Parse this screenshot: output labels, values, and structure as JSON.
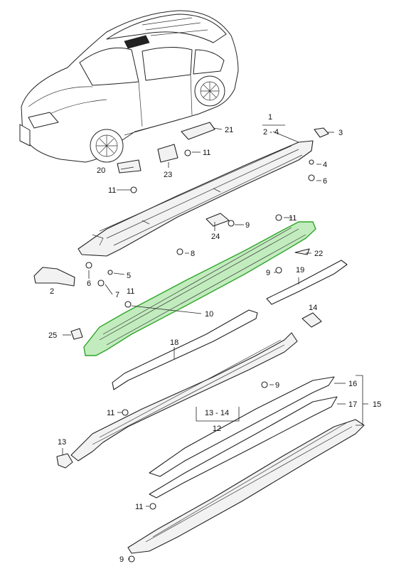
{
  "diagram": {
    "highlight_color": "#2fa52a",
    "callouts": [
      {
        "id": "c1",
        "text": "1"
      },
      {
        "id": "c2",
        "text": "2"
      },
      {
        "id": "c2-4",
        "text": "2 - 4"
      },
      {
        "id": "c3",
        "text": "3"
      },
      {
        "id": "c4",
        "text": "4"
      },
      {
        "id": "c5",
        "text": "5"
      },
      {
        "id": "c6a",
        "text": "6"
      },
      {
        "id": "c6b",
        "text": "6"
      },
      {
        "id": "c7",
        "text": "7"
      },
      {
        "id": "c8",
        "text": "8"
      },
      {
        "id": "c9a",
        "text": "9"
      },
      {
        "id": "c9b",
        "text": "9"
      },
      {
        "id": "c9c",
        "text": "9"
      },
      {
        "id": "c9d",
        "text": "9"
      },
      {
        "id": "c10",
        "text": "10"
      },
      {
        "id": "c11a",
        "text": "11"
      },
      {
        "id": "c11b",
        "text": "11"
      },
      {
        "id": "c11c",
        "text": "11"
      },
      {
        "id": "c11d",
        "text": "11"
      },
      {
        "id": "c11e",
        "text": "11"
      },
      {
        "id": "c11f",
        "text": "11"
      },
      {
        "id": "c12",
        "text": "12"
      },
      {
        "id": "c13",
        "text": "13"
      },
      {
        "id": "c13-14",
        "text": "13 - 14"
      },
      {
        "id": "c14",
        "text": "14"
      },
      {
        "id": "c15",
        "text": "15"
      },
      {
        "id": "c16",
        "text": "16"
      },
      {
        "id": "c17",
        "text": "17"
      },
      {
        "id": "c18",
        "text": "18"
      },
      {
        "id": "c19",
        "text": "19"
      },
      {
        "id": "c20",
        "text": "20"
      },
      {
        "id": "c21",
        "text": "21"
      },
      {
        "id": "c22",
        "text": "22"
      },
      {
        "id": "c23",
        "text": "23"
      },
      {
        "id": "c24",
        "text": "24"
      },
      {
        "id": "c25",
        "text": "25"
      }
    ]
  }
}
